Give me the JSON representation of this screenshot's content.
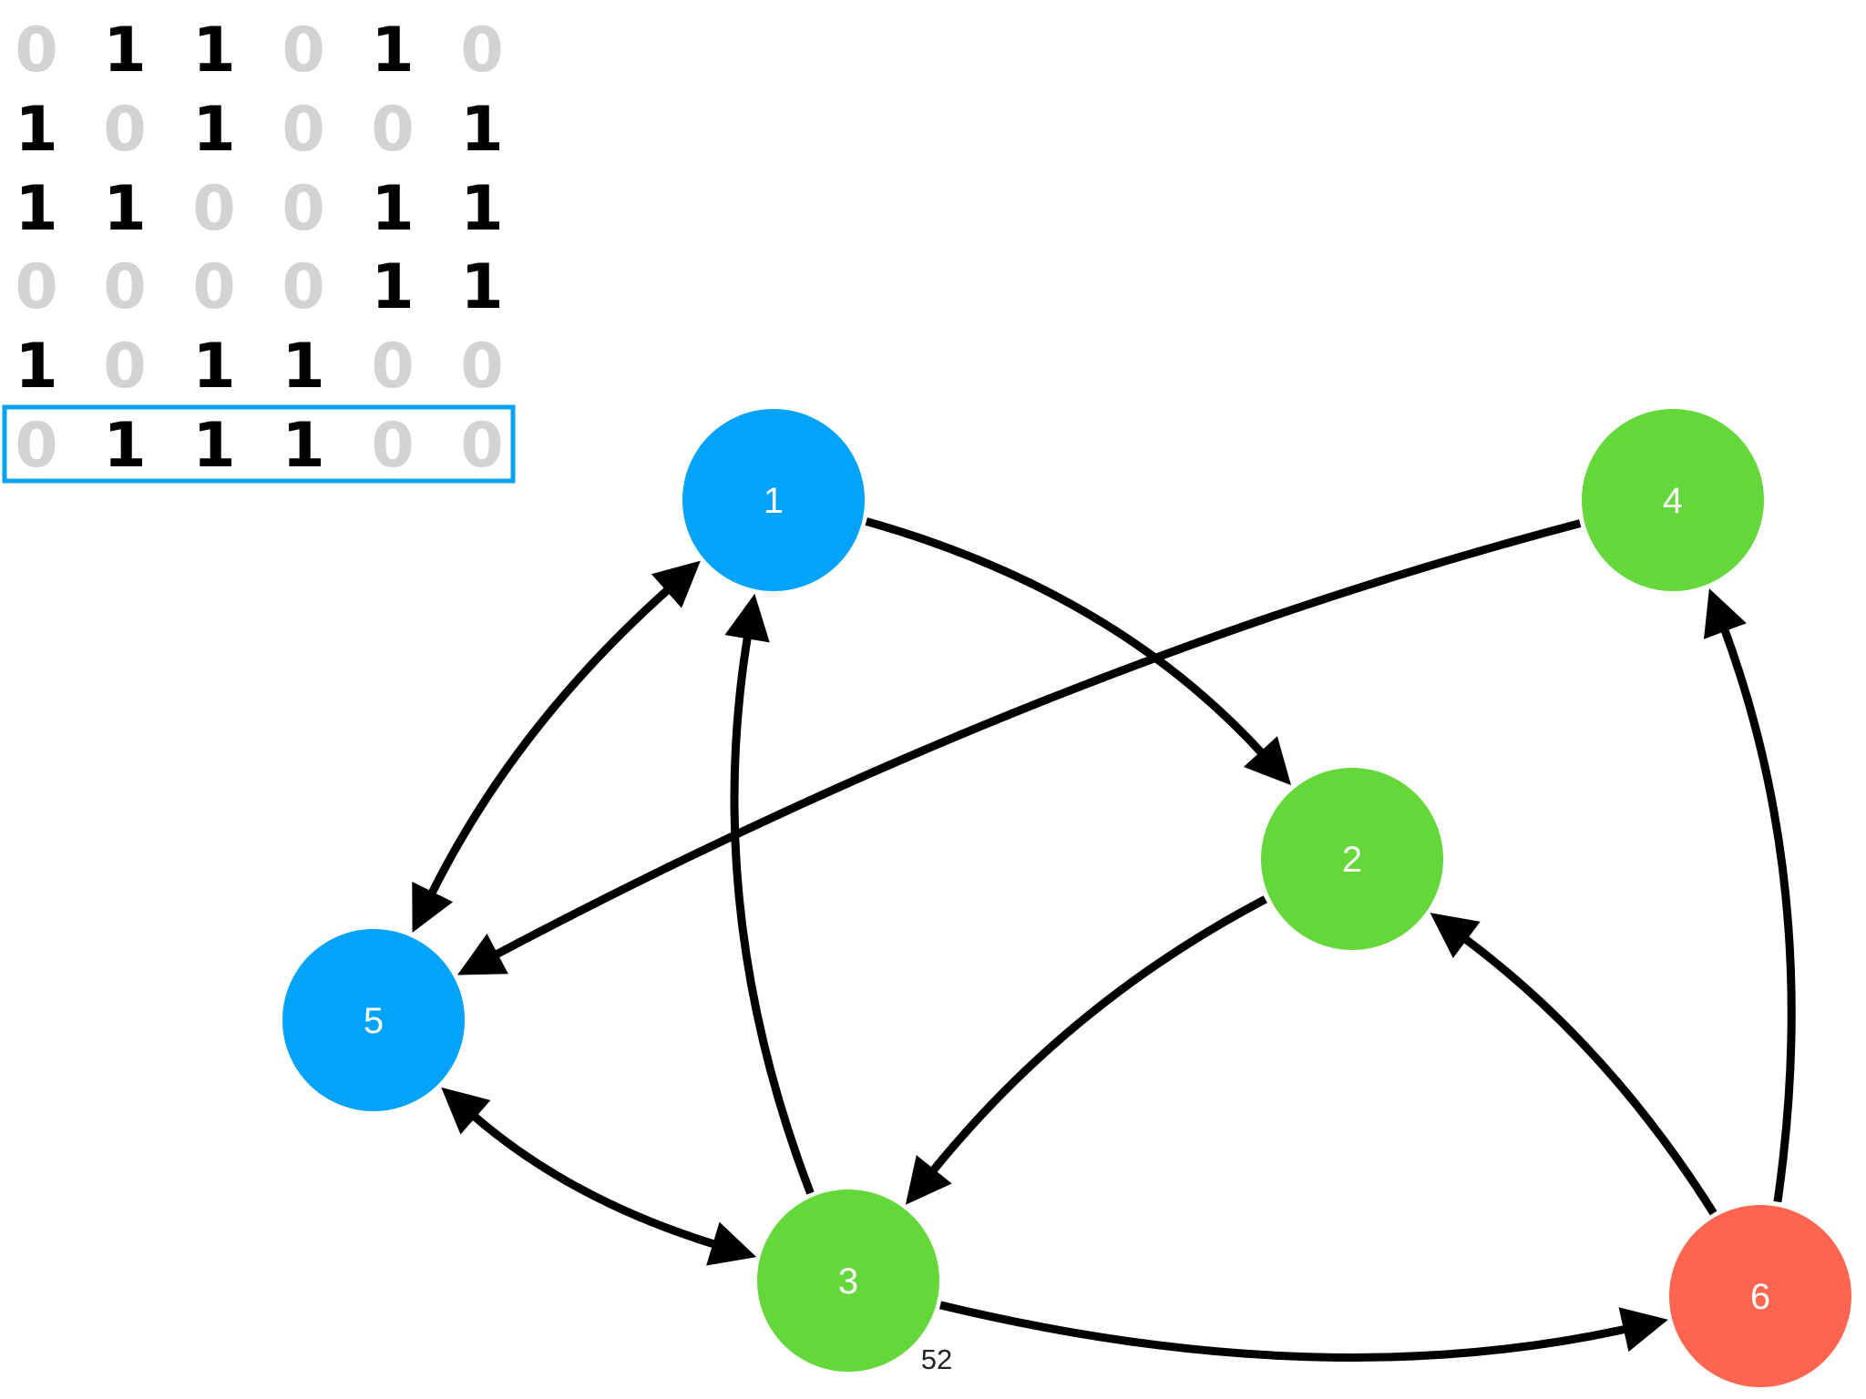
{
  "matrix": {
    "rows": [
      [
        0,
        1,
        1,
        0,
        1,
        0
      ],
      [
        1,
        0,
        1,
        0,
        0,
        1
      ],
      [
        1,
        1,
        0,
        0,
        1,
        1
      ],
      [
        0,
        0,
        0,
        0,
        1,
        1
      ],
      [
        1,
        0,
        1,
        1,
        0,
        0
      ],
      [
        0,
        1,
        1,
        1,
        0,
        0
      ]
    ],
    "highlighted_row": 6,
    "highlight_color": "#0aa3f0",
    "one_color": "#000000",
    "zero_color": "#d3d3d3"
  },
  "nodes": [
    {
      "id": "1",
      "label": "1",
      "color": "#03a3fb"
    },
    {
      "id": "2",
      "label": "2",
      "color": "#64d83a"
    },
    {
      "id": "3",
      "label": "3",
      "color": "#64d83a"
    },
    {
      "id": "4",
      "label": "4",
      "color": "#64d83a"
    },
    {
      "id": "5",
      "label": "5",
      "color": "#03a3fb"
    },
    {
      "id": "6",
      "label": "6",
      "color": "#fe6550"
    }
  ],
  "edges": [
    {
      "from": "1",
      "to": "2",
      "bidirectional": false
    },
    {
      "from": "1",
      "to": "5",
      "bidirectional": true
    },
    {
      "from": "3",
      "to": "1",
      "bidirectional": false
    },
    {
      "from": "4",
      "to": "5",
      "bidirectional": false
    },
    {
      "from": "2",
      "to": "3",
      "bidirectional": false
    },
    {
      "from": "6",
      "to": "2",
      "bidirectional": false
    },
    {
      "from": "6",
      "to": "4",
      "bidirectional": false
    },
    {
      "from": "5",
      "to": "3",
      "bidirectional": true
    },
    {
      "from": "3",
      "to": "6",
      "bidirectional": false
    }
  ],
  "page_number": "52"
}
